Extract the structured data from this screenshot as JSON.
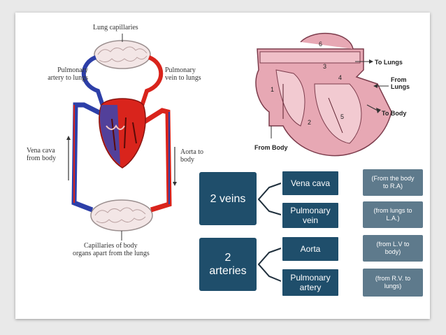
{
  "circulation_labels": {
    "lung_capillaries": "Lung capillaries",
    "pulmonary_artery_1": "Pulmonary",
    "pulmonary_artery_2": "artery to lungs",
    "pulmonary_vein_1": "Pulmonary",
    "pulmonary_vein_2": "vein to lungs",
    "vena_cava_1": "Vena cava",
    "vena_cava_2": "from body",
    "aorta_1": "Aorta to",
    "aorta_2": "body",
    "body_capillaries_1": "Capillaries of body",
    "body_capillaries_2": "organs apart from the lungs"
  },
  "heart_labels": {
    "to_lungs": "To Lungs",
    "from_lungs_1": "From",
    "from_lungs_2": "Lungs",
    "to_body": "To Body",
    "from_body": "From Body",
    "n1": "1",
    "n2": "2",
    "n3": "3",
    "n4": "4",
    "n5": "5",
    "n6": "6"
  },
  "veins": {
    "title": "2 veins",
    "items": [
      {
        "name_1": "Vena cava",
        "name_2": "",
        "note_1": "(From the body",
        "note_2": "to R.A)"
      },
      {
        "name_1": "Pulmonary",
        "name_2": "vein",
        "note_1": "(from lungs to",
        "note_2": "L.A.)"
      }
    ]
  },
  "arteries": {
    "title_1": "2",
    "title_2": "arteries",
    "items": [
      {
        "name_1": "Aorta",
        "name_2": "",
        "note_1": "(from L.V to",
        "note_2": "body)"
      },
      {
        "name_1": "Pulmonary",
        "name_2": "artery",
        "note_1": "(from R.V. to",
        "note_2": "lungs)"
      }
    ]
  },
  "colors": {
    "box_dark": "#1f4e6b",
    "box_note": "#5e7a8c",
    "blood_red": "#d9241c",
    "blood_blue": "#2d3fa8"
  }
}
